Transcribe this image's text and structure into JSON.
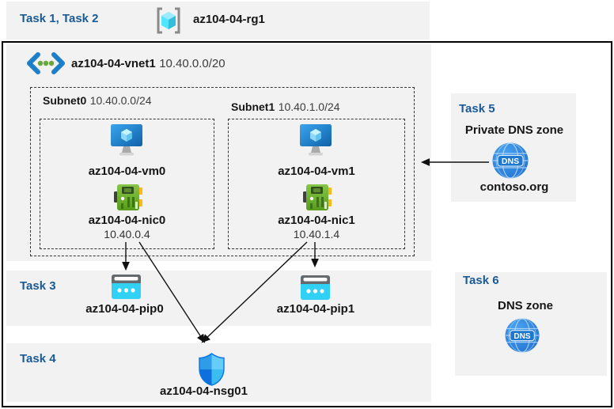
{
  "header": {
    "tasks_label": "Task 1, Task 2",
    "resource_group": "az104-04-rg1"
  },
  "vnet": {
    "name": "az104-04-vnet1",
    "cidr": "10.40.0.0/20"
  },
  "subnets": [
    {
      "label": "Subnet0",
      "cidr": "10.40.0.0/24",
      "vm": "az104-04-vm0",
      "nic": "az104-04-nic0",
      "ip": "10.40.0.4"
    },
    {
      "label": "Subnet1",
      "cidr": "10.40.1.0/24",
      "vm": "az104-04-vm1",
      "nic": "az104-04-nic1",
      "ip": "10.40.1.4"
    }
  ],
  "task3": {
    "label": "Task 3",
    "pips": [
      "az104-04-pip0",
      "az104-04-pip1"
    ]
  },
  "task4": {
    "label": "Task 4",
    "nsg": "az104-04-nsg01"
  },
  "task5": {
    "label": "Task 5",
    "title": "Private DNS zone",
    "zone": "contoso.org",
    "icon": "dns-globe-icon"
  },
  "task6": {
    "label": "Task 6",
    "title": "DNS zone",
    "icon": "dns-globe-icon"
  },
  "icons": [
    "resource-group-icon",
    "virtual-network-icon",
    "virtual-machine-icon",
    "network-interface-icon",
    "public-ip-icon",
    "nsg-shield-icon",
    "dns-globe-icon"
  ],
  "colors": {
    "task_label_blue": "#1a5a96",
    "panel_gray": "#f2f2f2",
    "public_ip_cyan": "#31d0f5",
    "nic_green": "#6fb52c",
    "dns_blue": "#2f8fe5",
    "vm_blue": "#1e7fc9",
    "border_black": "#000000"
  }
}
